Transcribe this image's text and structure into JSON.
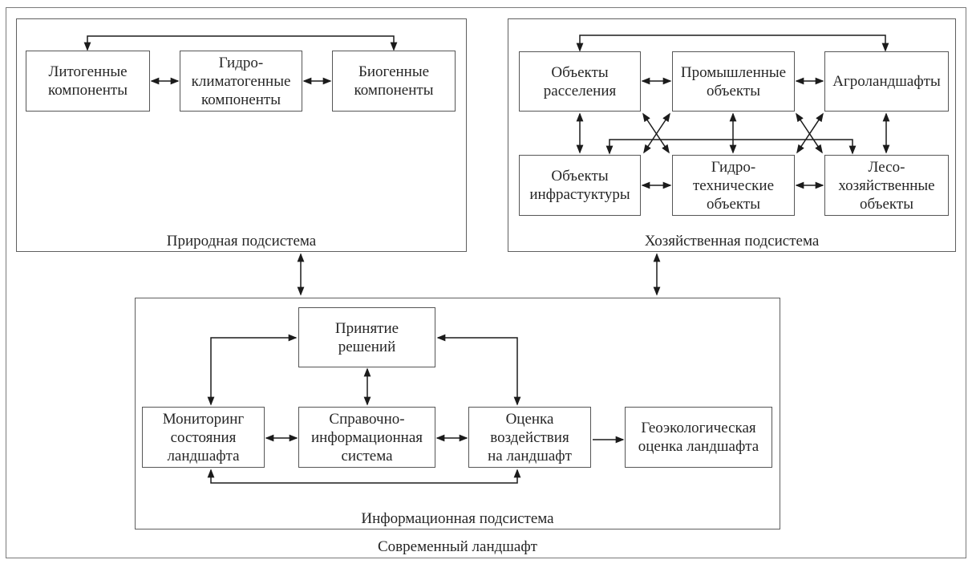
{
  "root": {
    "label": "Современный ландшафт"
  },
  "colors": {
    "background": "#ffffff",
    "outer_border": "#7a7a7a",
    "box_border": "#565656",
    "arrow": "#1b1b1b",
    "text": "#262626"
  },
  "subsystems": {
    "natural": {
      "title": "Природная подсистема",
      "boxes": [
        {
          "label": "Литогенные\nкомпоненты"
        },
        {
          "label": "Гидро-\nклиматогенные\nкомпоненты"
        },
        {
          "label": "Биогенные\nкомпоненты"
        }
      ]
    },
    "economic": {
      "title": "Хозяйственная подсистема",
      "boxes": [
        {
          "label": "Объекты\nрасселения"
        },
        {
          "label": "Промышленные\nобъекты"
        },
        {
          "label": "Агроландшафты"
        },
        {
          "label": "Объекты\nинфрастуктуры"
        },
        {
          "label": "Гидро-\nтехнические\nобъекты"
        },
        {
          "label": "Лесо-\nхозяйственные\nобъекты"
        }
      ]
    },
    "information": {
      "title": "Информационная подсистема",
      "boxes": [
        {
          "label": "Принятие\nрешений"
        },
        {
          "label": "Мониторинг\nсостояния\nландшафта"
        },
        {
          "label": "Справочно-\nинформационная\nсистема"
        },
        {
          "label": "Оценка\nвоздействия\nна ландшафт"
        },
        {
          "label": "Геоэкологическая\nоценка ландшафта"
        }
      ]
    }
  }
}
